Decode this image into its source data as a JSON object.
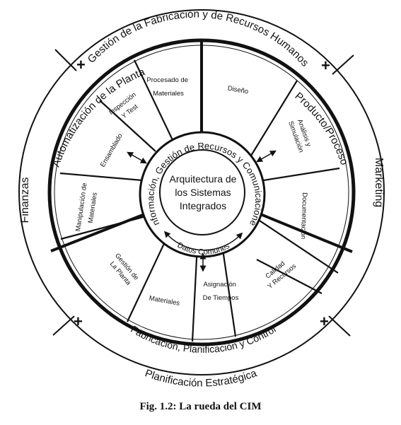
{
  "figure": {
    "caption": "Fig. 1.2: La rueda del CIM",
    "outer_labels": {
      "top": "Gestión de la Fabricación y de Recursos Humanos",
      "left": "Finanzas",
      "right": "Marketing",
      "bottom": "Planificación Estratégica"
    },
    "sector_labels": {
      "top_left": "Automatización de la Planta",
      "top_right": "Producto/Proceso",
      "bottom": "Fabricación, Planificación y Control"
    },
    "segments": {
      "diseno": "Diseño",
      "analisis_l1": "Análisis y",
      "analisis_l2": "Simulación",
      "documentacion": "Documentación",
      "calidad_l1": "Calidad",
      "calidad_l2": "Y Recursos",
      "asignacion_l1": "Asignación",
      "asignacion_l2": "De Tiempos",
      "materiales_bottom": "Materiales",
      "gestion_planta_l1": "Gestión de",
      "gestion_planta_l2": "La Planta",
      "manipulacion_l1": "Manipulación de",
      "manipulacion_l2": "Materiales",
      "ensamblado": "Ensamblado",
      "inspeccion_l1": "Inspección",
      "inspeccion_l2": "Y Test",
      "procesado_l1": "Procesado de",
      "procesado_l2": "Materiales"
    },
    "inner_ring": {
      "top_arc": "Información, Gestión de Recursos y Comunicaciones",
      "bottom_arc": "Datos Comunes"
    },
    "center": {
      "line1": "Arquitectura de",
      "line2": "los Sistemas",
      "line3": "Integrados"
    },
    "plus_marks": [
      "+",
      "+",
      "+",
      "+"
    ]
  }
}
